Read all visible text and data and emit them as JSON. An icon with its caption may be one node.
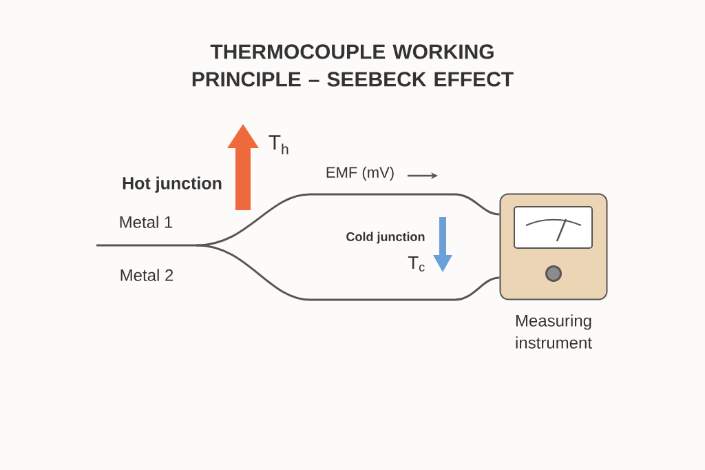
{
  "diagram": {
    "title": "THERMOCOUPLE WORKING PRINCIPLE – SEEBECK EFFECT",
    "nodes": [
      {
        "text": [
          "Measuring instrument"
        ]
      },
      {
        "text": [],
        "shape": "point"
      }
    ],
    "edges": [
      {
        "from": null,
        "to": 1,
        "arrow": "none"
      },
      {
        "from": 1,
        "to": 0,
        "arrow": "none"
      },
      {
        "from": 1,
        "to": 0,
        "arrow": "none"
      }
    ],
    "labels": [
      "T$_{h}$",
      "Hot junction",
      "EMF (mV)",
      "Metal 1",
      "Cold junction",
      "T$_{c}$",
      "Metal 2"
    ]
  }
}
